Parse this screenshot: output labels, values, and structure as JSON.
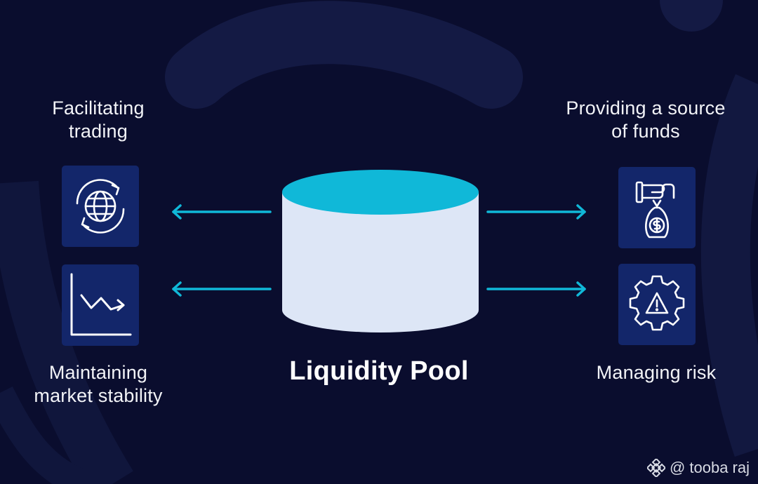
{
  "diagram": {
    "title": "Liquidity Pool",
    "functions": {
      "top_left": "Facilitating\ntrading",
      "bottom_left": "Maintaining\nmarket stability",
      "top_right": "Providing a source\nof funds",
      "bottom_right": "Managing risk"
    },
    "icons": {
      "top_left": "globe-exchange-icon",
      "bottom_left": "line-chart-icon",
      "top_right": "hand-money-bag-icon",
      "bottom_right": "gear-warning-icon"
    }
  },
  "watermark": {
    "text": "@ tooba raj",
    "logo_icon": "binance-logo-icon"
  },
  "colors": {
    "background": "#0a0d2e",
    "icon_tile": "#13266a",
    "accent_cyan": "#10b8d8",
    "cylinder_body": "#dde6f6"
  }
}
